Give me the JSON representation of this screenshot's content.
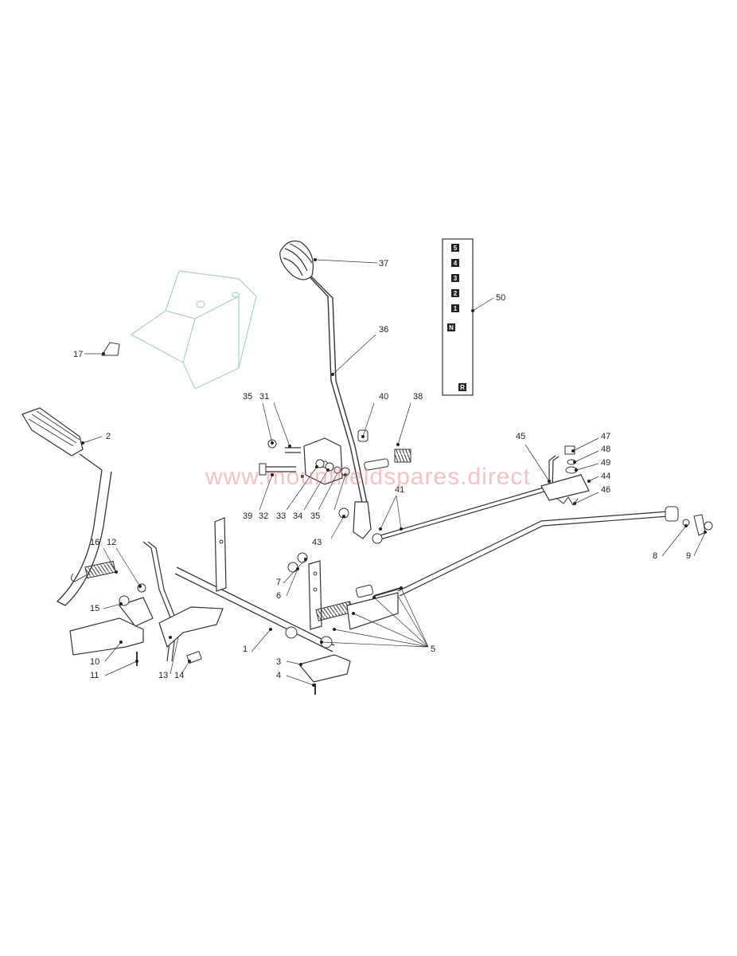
{
  "watermark": "www.mountfieldspares.direct",
  "colors": {
    "line": "#333333",
    "ghost": "#a9d3b8",
    "watermark": "#e47a7a"
  },
  "gear_plate": [
    "5",
    "4",
    "3",
    "2",
    "1",
    "N",
    "R"
  ],
  "callouts": {
    "p1": "1",
    "p2": "2",
    "p3": "3",
    "p4": "4",
    "p5": "5",
    "p6": "6",
    "p7": "7",
    "p8": "8",
    "p9": "9",
    "p10": "10",
    "p11": "11",
    "p12": "12",
    "p13": "13",
    "p14": "14",
    "p15": "15",
    "p16": "16",
    "p17": "17",
    "p31": "31",
    "p32": "32",
    "p33": "33",
    "p34": "34",
    "p35a": "35",
    "p35b": "35",
    "p36": "36",
    "p37": "37",
    "p38": "38",
    "p39": "39",
    "p40": "40",
    "p41": "41",
    "p43": "43",
    "p44": "44",
    "p45": "45",
    "p46": "46",
    "p47": "47",
    "p48": "48",
    "p49": "49",
    "p50": "50"
  }
}
